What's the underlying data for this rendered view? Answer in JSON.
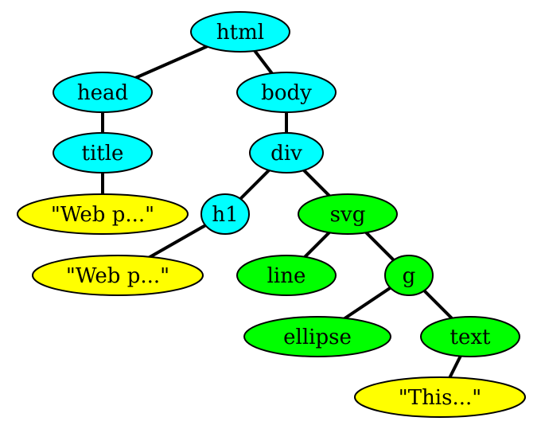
{
  "colors": {
    "element": "#00ffff",
    "svg_element": "#00ff00",
    "text_node": "#ffff00",
    "edge": "#000000",
    "outline": "#000000"
  },
  "nodes": [
    {
      "id": "html",
      "label": "html",
      "kind": "element"
    },
    {
      "id": "head",
      "label": "head",
      "kind": "element"
    },
    {
      "id": "body",
      "label": "body",
      "kind": "element"
    },
    {
      "id": "title",
      "label": "title",
      "kind": "element"
    },
    {
      "id": "title-text",
      "label": "\"Web p...\"",
      "kind": "text_node"
    },
    {
      "id": "div",
      "label": "div",
      "kind": "element"
    },
    {
      "id": "h1",
      "label": "h1",
      "kind": "element"
    },
    {
      "id": "svg",
      "label": "svg",
      "kind": "svg_element"
    },
    {
      "id": "h1-text",
      "label": "\"Web p...\"",
      "kind": "text_node"
    },
    {
      "id": "line",
      "label": "line",
      "kind": "svg_element"
    },
    {
      "id": "g",
      "label": "g",
      "kind": "svg_element"
    },
    {
      "id": "ellipse",
      "label": "ellipse",
      "kind": "svg_element"
    },
    {
      "id": "text",
      "label": "text",
      "kind": "svg_element"
    },
    {
      "id": "text-content",
      "label": "\"This...\"",
      "kind": "text_node"
    }
  ],
  "edges": [
    [
      "html",
      "head"
    ],
    [
      "html",
      "body"
    ],
    [
      "head",
      "title"
    ],
    [
      "title",
      "title-text"
    ],
    [
      "body",
      "div"
    ],
    [
      "div",
      "h1"
    ],
    [
      "div",
      "svg"
    ],
    [
      "h1",
      "h1-text"
    ],
    [
      "svg",
      "line"
    ],
    [
      "svg",
      "g"
    ],
    [
      "g",
      "ellipse"
    ],
    [
      "g",
      "text"
    ],
    [
      "text",
      "text-content"
    ]
  ]
}
